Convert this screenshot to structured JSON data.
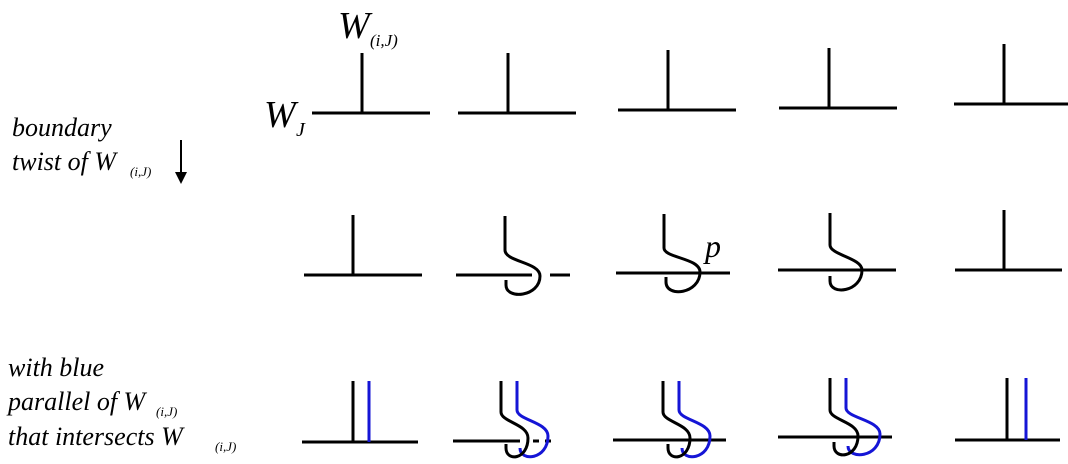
{
  "labels": {
    "w_i_j_main": "W",
    "w_i_j_sub": "(i,J)",
    "w_j_main": "W",
    "w_j_sub": "J",
    "p": "p",
    "row1_left_line1": "boundary",
    "row1_left_line2_text": "twist of W",
    "row1_left_line2_sub": "(i,J)",
    "row3_left_line1": "with blue",
    "row3_left_line2_text": "parallel of W",
    "row3_left_line2_sub": "(i,J)",
    "row3_left_line3_text": "that intersects W",
    "row3_left_line3_sub": "(i,J)"
  },
  "colors": {
    "ink": "#000000",
    "parallel": "#1515d6"
  }
}
